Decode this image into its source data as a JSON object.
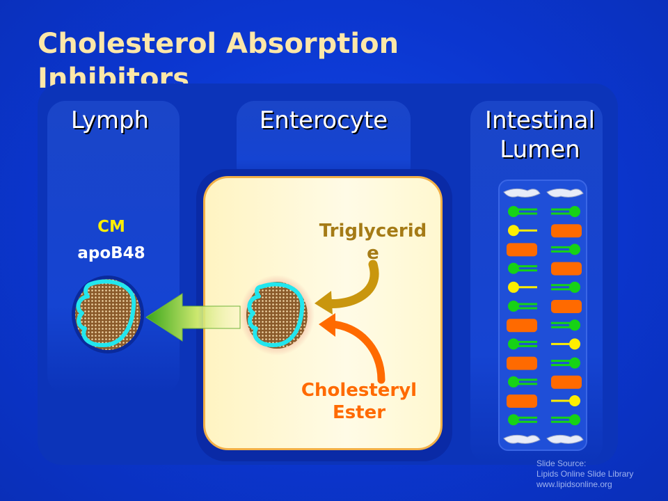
{
  "slide": {
    "title_line1": "Cholesterol Absorption",
    "title_line2": "Inhibitors"
  },
  "columns": {
    "lymph": "Lymph",
    "enterocyte": "Enterocyte",
    "lumen_line1": "Intestinal",
    "lumen_line2": "Lumen"
  },
  "chylomicron": {
    "name": "CM",
    "apolipoprotein": "apoB48"
  },
  "inputs": {
    "triglyceride_line1": "Triglycerid",
    "triglyceride_line2": "e",
    "ester_line1": "Cholesteryl",
    "ester_line2": "Ester"
  },
  "source": {
    "line1": "Slide Source:",
    "line2": "Lipids Online Slide Library",
    "line3": "www.lipidsonline.org"
  },
  "colors": {
    "background": "#0c3bd6",
    "title": "#fde7a8",
    "cm_label": "#ffee00",
    "triglyceride": "#a57b16",
    "cholesteryl_ester": "#ff6a00",
    "lipid_green": "#16d216",
    "lipid_yellow": "#ffee00",
    "lipid_block": "#ff6a00",
    "membrane_cyan": "#22e6ee"
  },
  "lumen_lipids": {
    "left_column": [
      "green-double",
      "yellow-single",
      "block",
      "green-double",
      "yellow-single",
      "green-double",
      "block",
      "green-double",
      "block",
      "green-double",
      "block",
      "green-double"
    ],
    "right_column": [
      "green-double",
      "block",
      "green-double",
      "block",
      "green-double",
      "block",
      "green-double",
      "yellow-single",
      "green-double",
      "block",
      "yellow-single",
      "green-double"
    ]
  }
}
